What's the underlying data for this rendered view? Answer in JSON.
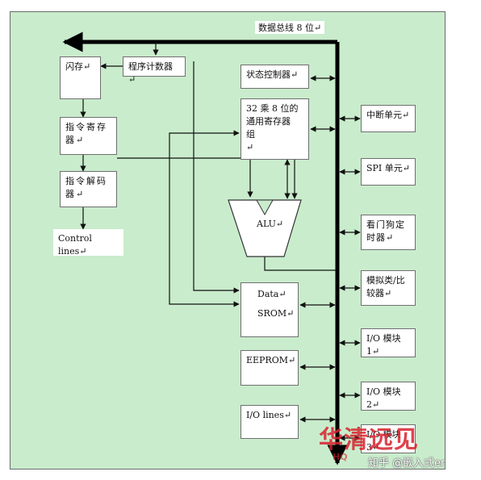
{
  "diagram": {
    "bus_label": "数据总线 8 位",
    "blocks": {
      "latch": "闪存",
      "pc": "程序计数器",
      "ir_line1": "指令寄存",
      "ir_line2": "器",
      "decoder_line1": "指令解码",
      "decoder_line2": "器",
      "control_lines": "Control lines",
      "status_ctrl": "状态控制器",
      "regfile_line1": "32 乘 8 位的",
      "regfile_line2": "通用寄存器",
      "regfile_line3": "组",
      "alu": "ALU",
      "sram_line1": "Data",
      "sram_line2": "SROM",
      "eeprom": "EEPROM",
      "io_lines": "I/O lines"
    },
    "peripherals": {
      "interrupt": "中断单元",
      "spi": "SPI 单元",
      "watchdog_line1": "看门狗定",
      "watchdog_line2": "时器",
      "comparator_line1": "模拟类/比",
      "comparator_line2": "较器",
      "io1": "I/O 模块 1",
      "io2": "I/O 模块 2",
      "io3": "I/O 模块 3"
    },
    "para_mark": "↵"
  },
  "watermark": {
    "logo_text": "华清远见",
    "logo_sub": "HQ",
    "site_text": "知乎 @嵌入式er"
  },
  "colors": {
    "panel_bg": "#c9eccc",
    "bus": "#000000",
    "line": "#1a1a1a",
    "logo": "#d9232e"
  }
}
